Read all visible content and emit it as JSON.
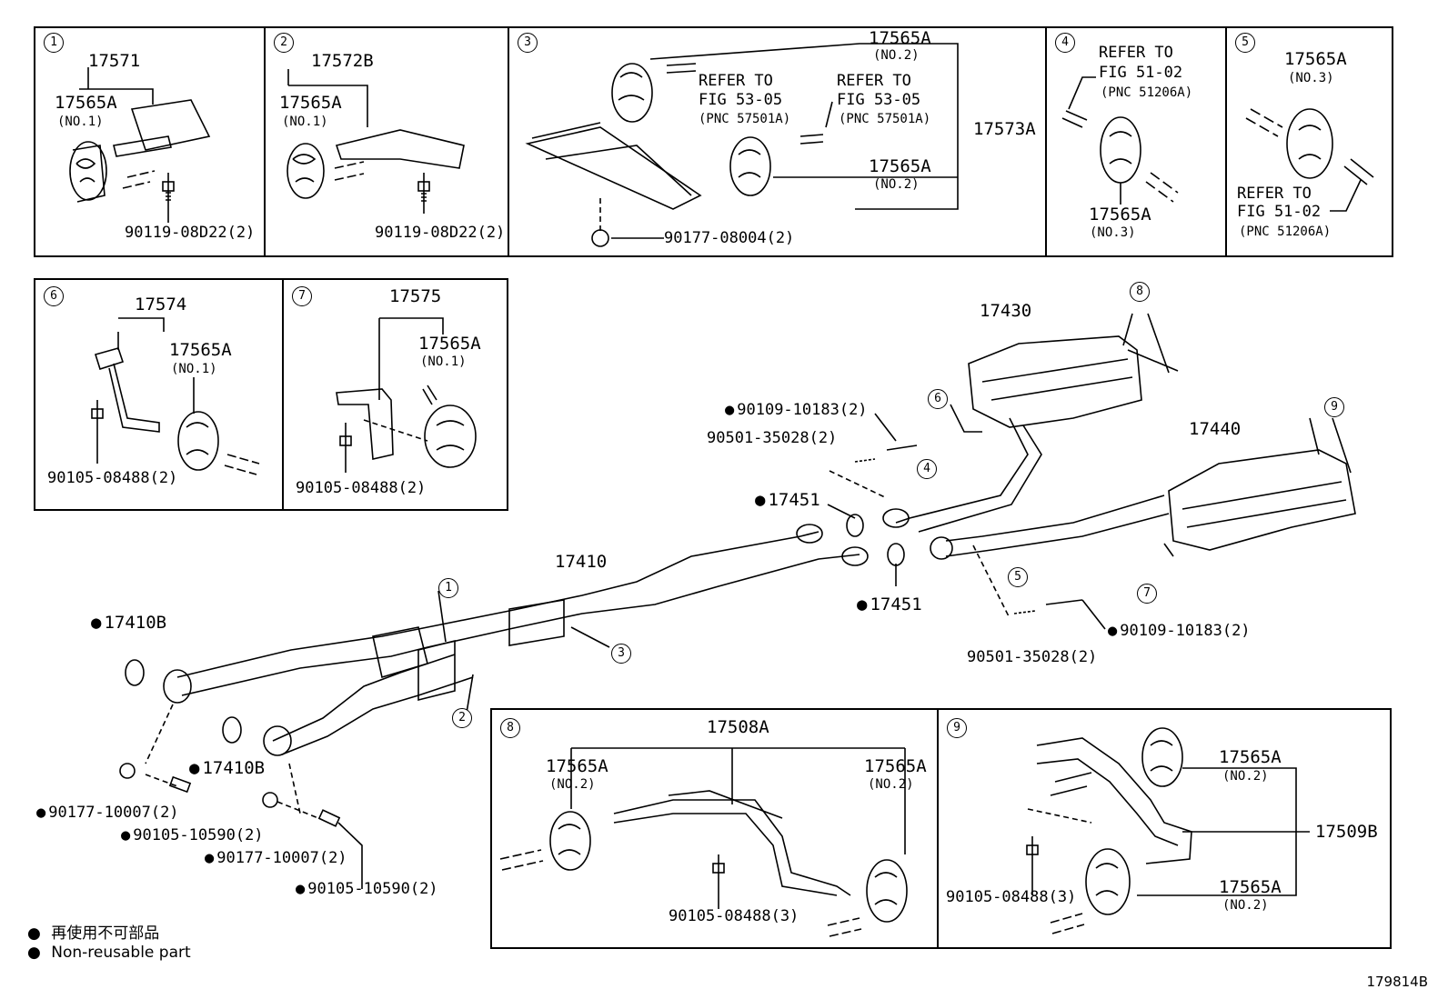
{
  "panels": {
    "p1": {
      "num": "1",
      "assembly": "17571",
      "mount": "17565A",
      "mount_no": "(NO.1)",
      "bolt": "90119-08D22(2)"
    },
    "p2": {
      "num": "2",
      "assembly": "17572B",
      "mount": "17565A",
      "mount_no": "(NO.1)",
      "bolt": "90119-08D22(2)"
    },
    "p3": {
      "num": "3",
      "mount_top": "17565A",
      "mount_top_no": "(NO.2)",
      "ref1_a": "REFER TO",
      "ref1_b": "FIG 53-05",
      "ref1_c": "(PNC 57501A)",
      "ref2_a": "REFER TO",
      "ref2_b": "FIG 53-05",
      "ref2_c": "(PNC 57501A)",
      "assembly": "17573A",
      "mount_bot": "17565A",
      "mount_bot_no": "(NO.2)",
      "nut": "90177-08004(2)"
    },
    "p4": {
      "num": "4",
      "ref_a": "REFER TO",
      "ref_b": "FIG 51-02",
      "ref_c": "(PNC 51206A)",
      "mount": "17565A",
      "mount_no": "(NO.3)"
    },
    "p5": {
      "num": "5",
      "mount": "17565A",
      "mount_no": "(NO.3)",
      "ref_a": "REFER TO",
      "ref_b": "FIG 51-02",
      "ref_c": "(PNC 51206A)"
    },
    "p6": {
      "num": "6",
      "assembly": "17574",
      "mount": "17565A",
      "mount_no": "(NO.1)",
      "bolt": "90105-08488(2)"
    },
    "p7": {
      "num": "7",
      "assembly": "17575",
      "mount": "17565A",
      "mount_no": "(NO.1)",
      "bolt": "90105-08488(2)"
    },
    "p8": {
      "num": "8",
      "assembly": "17508A",
      "mount_l": "17565A",
      "mount_l_no": "(NO.2)",
      "mount_r": "17565A",
      "mount_r_no": "(NO.2)",
      "bolt": "90105-08488(3)"
    },
    "p9": {
      "num": "9",
      "mount_t": "17565A",
      "mount_t_no": "(NO.2)",
      "assembly": "17509B",
      "mount_b": "17565A",
      "mount_b_no": "(NO.2)",
      "bolt": "90105-08488(3)"
    }
  },
  "main": {
    "front_pipe": "17410",
    "gasket_l": "17410B",
    "gasket_r": "17410B",
    "nut_l": "90177-10007(2)",
    "bolt_l": "90105-10590(2)",
    "nut_r": "90177-10007(2)",
    "bolt_r": "90105-10590(2)",
    "gasket_top": "17451",
    "gasket_bot": "17451",
    "center_muffler": "17430",
    "tail_muffler": "17440",
    "bolt_top": "90109-10183(2)",
    "spring_top": "90501-35028(2)",
    "bolt_bot": "90109-10183(2)",
    "spring_bot": "90501-35028(2)",
    "callouts": [
      "1",
      "2",
      "3",
      "4",
      "5",
      "6",
      "7",
      "8",
      "9"
    ]
  },
  "legend": {
    "line1": "再使用不可部品",
    "line2": "Non-reusable part"
  },
  "figure_id": "179814B"
}
